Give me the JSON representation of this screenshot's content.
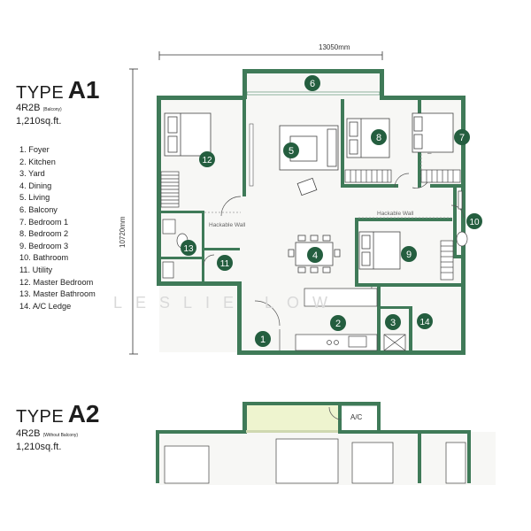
{
  "typeA1": {
    "type_word": "TYPE",
    "type_code": "A1",
    "layout": "4R2B",
    "layout_note": "(Balcony)",
    "area": "1,210sq.ft.",
    "legend": [
      "1. Foyer",
      "2. Kitchen",
      "3. Yard",
      "4. Dining",
      "5. Living",
      "6. Balcony",
      "7. Bedroom 1",
      "8. Bedroom 2",
      "9. Bedroom 3",
      "10. Bathroom",
      "11. Utility",
      "12. Master Bedroom",
      "13. Master Bathroom",
      "14. A/C Ledge"
    ],
    "width_dim": "13050mm",
    "height_dim": "10720mm",
    "hackable_wall": "Hackable Wall",
    "markers": [
      "1",
      "2",
      "3",
      "4",
      "5",
      "6",
      "7",
      "8",
      "9",
      "10",
      "11",
      "12",
      "13",
      "14"
    ]
  },
  "typeA2": {
    "type_word": "TYPE",
    "type_code": "A2",
    "layout": "4R2B",
    "layout_note": "(Without Balcony)",
    "area": "1,210sq.ft.",
    "ac_label": "A/C"
  },
  "watermark": "LESLIE LOW",
  "colors": {
    "wall": "#3f7a58",
    "marker": "#245e3f",
    "highlight": "#eef4cf"
  }
}
